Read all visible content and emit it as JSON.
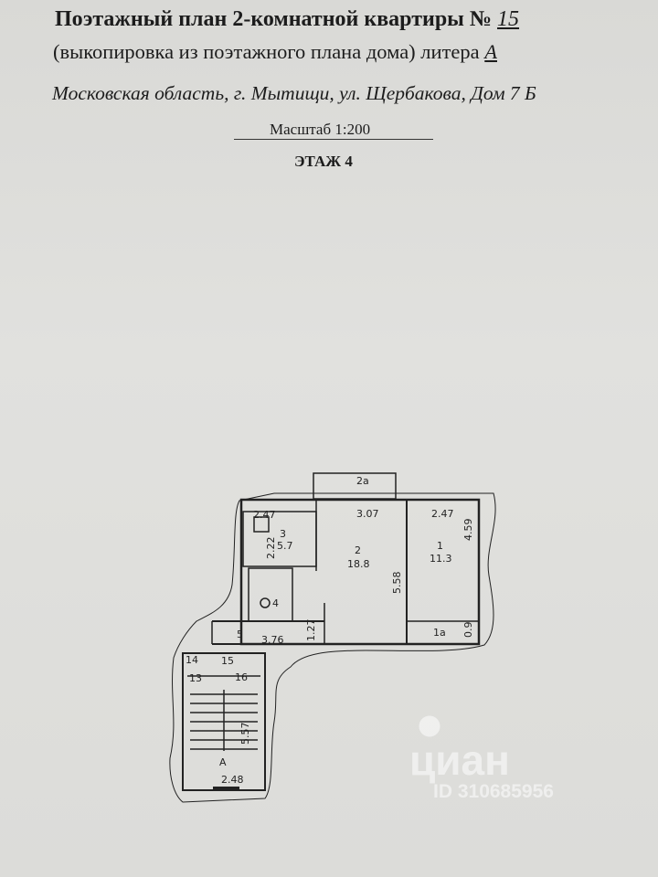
{
  "header": {
    "title": "Поэтажный план 2-комнатной квартиры №",
    "apartment_number": "15",
    "subtitle": "(выкопировка из поэтажного плана дома) литера",
    "litera": "А",
    "address": "Московская область, г. Мытищи, ул. Щербакова, Дом 7 Б",
    "scale": "Масштаб 1:200",
    "floor": "ЭТАЖ 4"
  },
  "plan": {
    "balcony": "2а",
    "room2_width": "3.07",
    "kitchen_width": "2.47",
    "kitchen_no": "3",
    "kitchen_area": "5.7",
    "kitchen_depth": "2.22",
    "room2_no": "2",
    "room2_area": "18.8",
    "room2_length": "5.58",
    "room1_width": "2.47",
    "room1_no": "1",
    "room1_area": "11.3",
    "room1_length": "4.59",
    "closet_no": "1а",
    "closet_depth": "0.9",
    "bath_no": "4",
    "hall_no": "5",
    "hall_length": "3.76",
    "hall_width": "1.27",
    "stair_14": "14",
    "stair_15": "15",
    "stair_13": "13",
    "stair_16": "16",
    "stair_length": "5.57",
    "stair_letter": "А",
    "stair_width": "2.48"
  },
  "watermark": {
    "brand": "циан",
    "id": "ID 310685956"
  }
}
